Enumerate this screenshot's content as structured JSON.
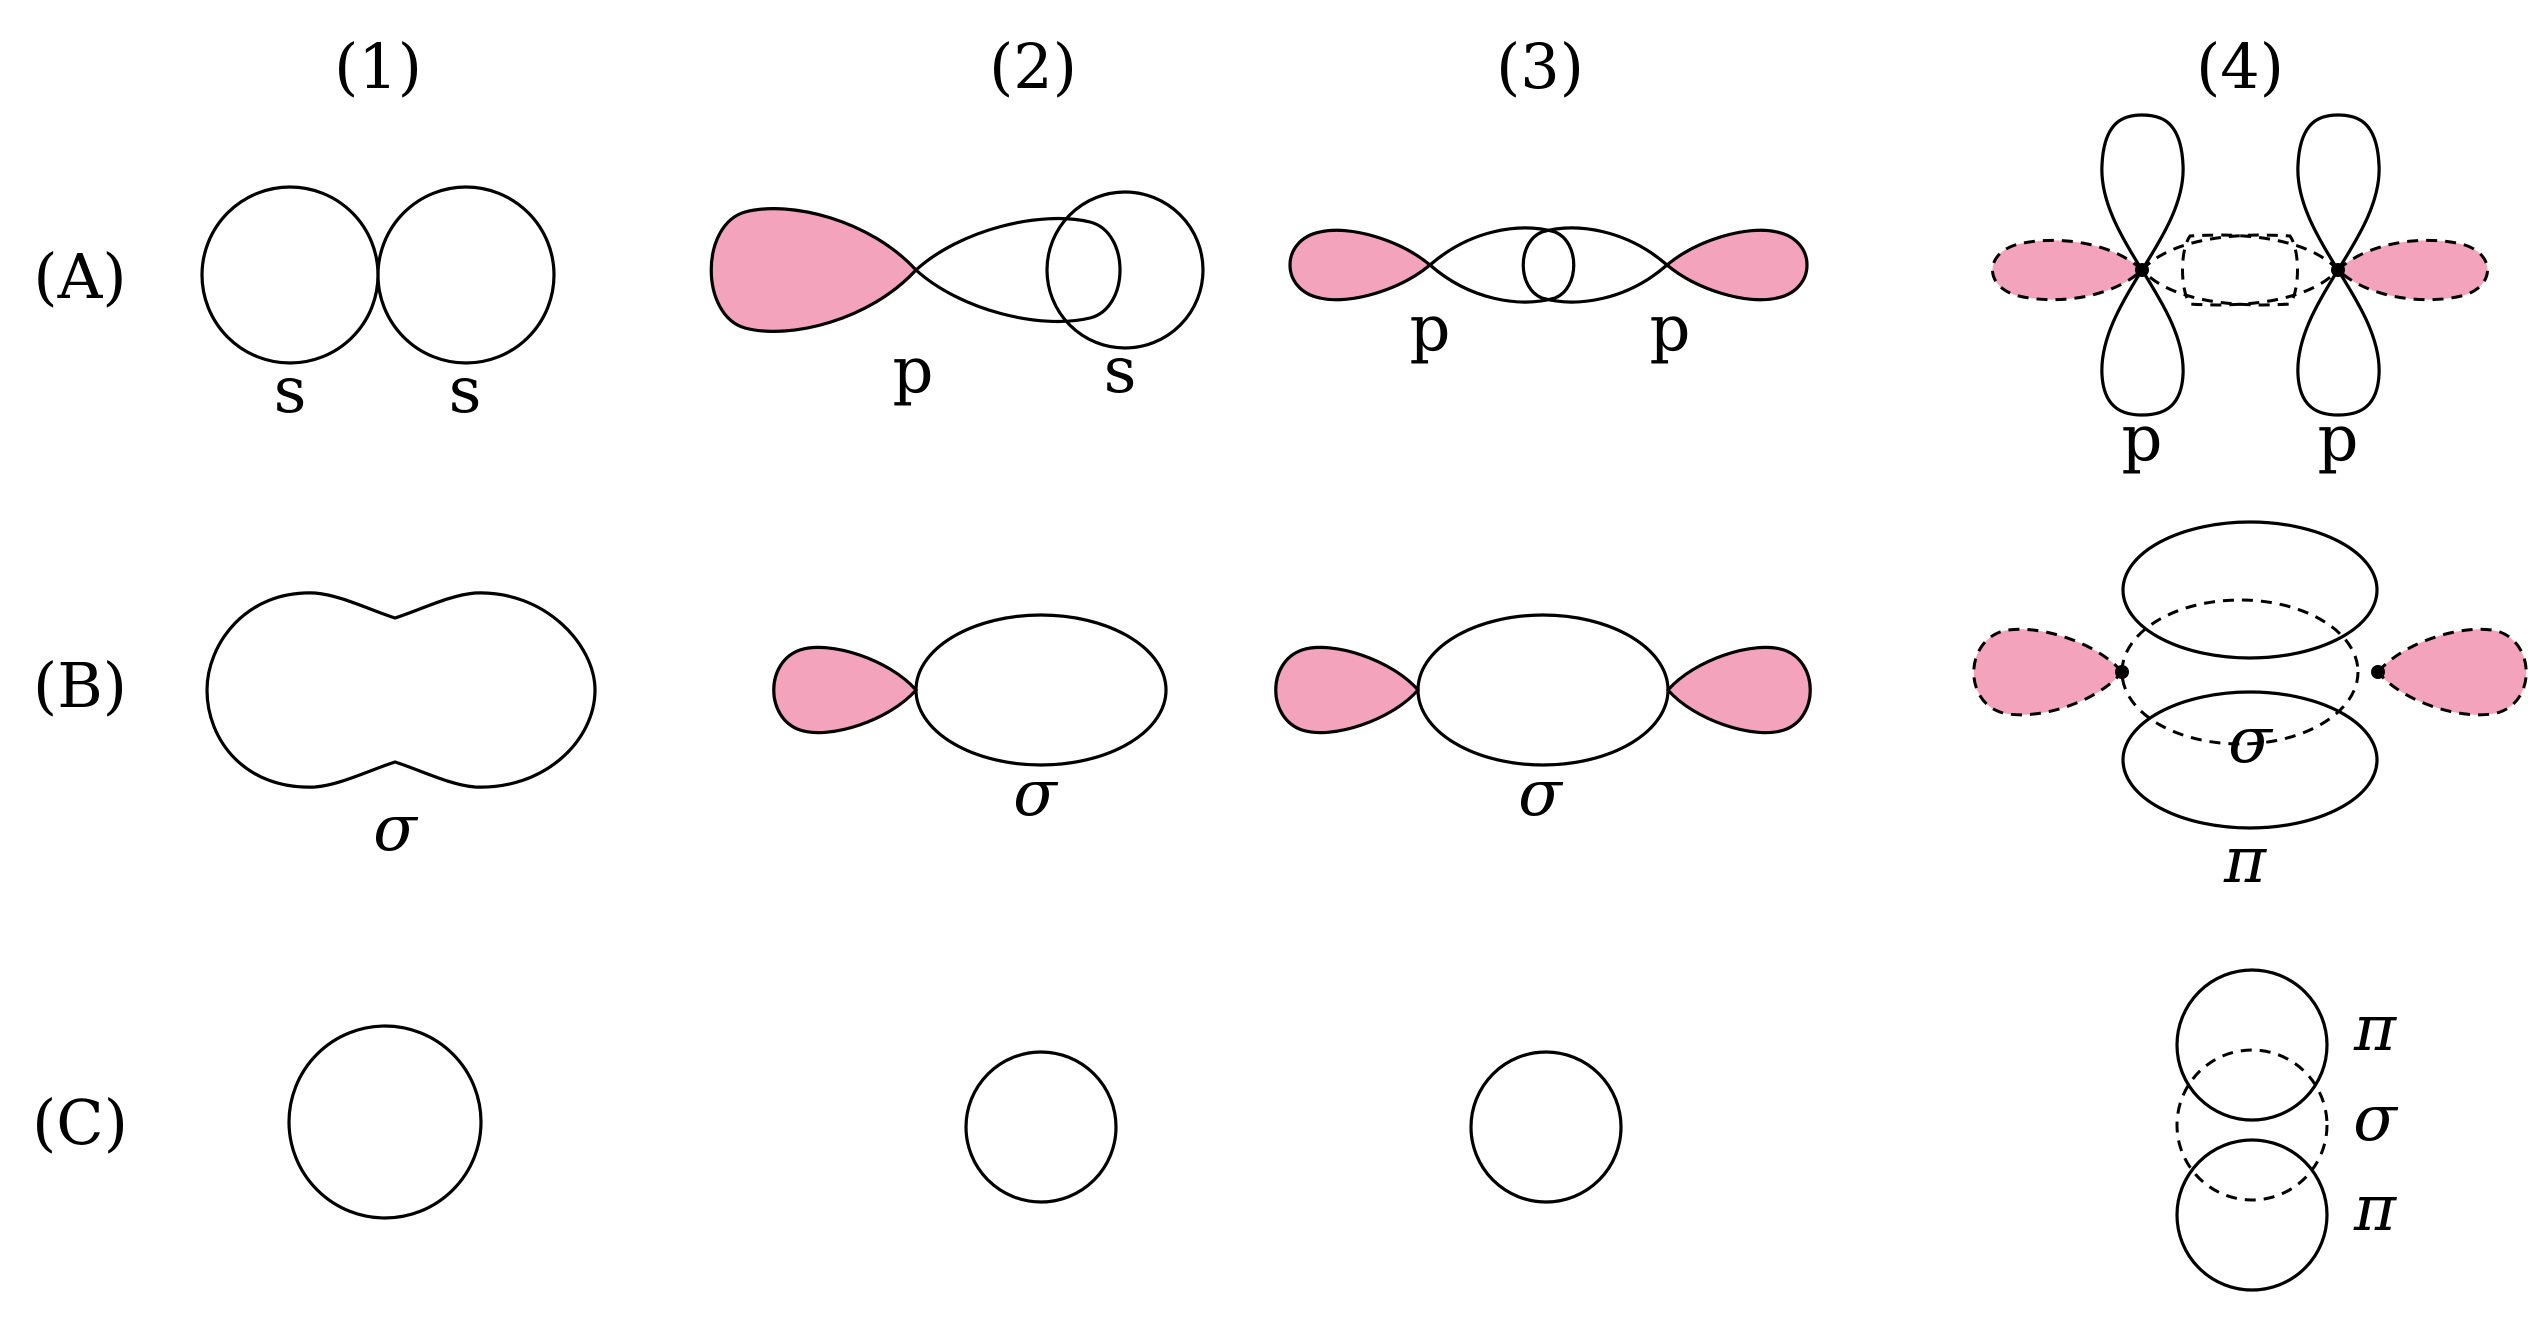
{
  "columns": [
    "(1)",
    "(2)",
    "(3)",
    "(4)"
  ],
  "rows": [
    "(A)",
    "(B)",
    "(C)"
  ],
  "orbital_labels": {
    "A1": [
      "s",
      "s"
    ],
    "A2": [
      "p",
      "s"
    ],
    "A3": [
      "p",
      "p"
    ],
    "A4": [
      "p",
      "p"
    ]
  },
  "bond_labels": {
    "B1": "σ",
    "B2": "σ",
    "B3": "σ",
    "B4_sigma": "σ",
    "B4_pi": "π",
    "C4": [
      "π",
      "σ",
      "π"
    ]
  },
  "colors": {
    "lobe_fill": "#f4a3bc",
    "stroke": "#000000"
  }
}
